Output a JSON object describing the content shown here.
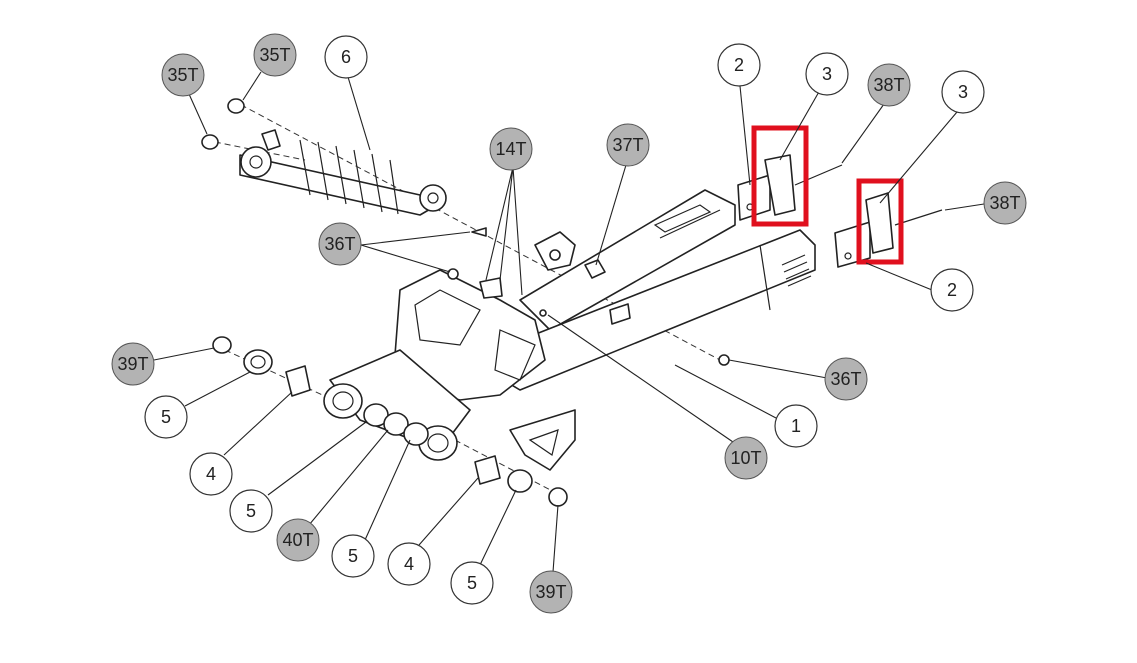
{
  "figure": {
    "highlight_color": "#e0101e",
    "filled_callout_color": "#b3b3b3",
    "open_callout_color": "#ffffff",
    "line_color": "#222222"
  },
  "callouts": [
    {
      "id": "c-35t-left",
      "label": "35T",
      "filled": true
    },
    {
      "id": "c-35t-top",
      "label": "35T",
      "filled": true
    },
    {
      "id": "c-6",
      "label": "6",
      "filled": false
    },
    {
      "id": "c-14t",
      "label": "14T",
      "filled": true
    },
    {
      "id": "c-37t",
      "label": "37T",
      "filled": true
    },
    {
      "id": "c-36t-left",
      "label": "36T",
      "filled": true
    },
    {
      "id": "c-2-top",
      "label": "2",
      "filled": false
    },
    {
      "id": "c-3-left",
      "label": "3",
      "filled": false
    },
    {
      "id": "c-38t-top",
      "label": "38T",
      "filled": true
    },
    {
      "id": "c-3-right",
      "label": "3",
      "filled": false
    },
    {
      "id": "c-38t-right",
      "label": "38T",
      "filled": true
    },
    {
      "id": "c-2-bottom",
      "label": "2",
      "filled": false
    },
    {
      "id": "c-36t-right",
      "label": "36T",
      "filled": true
    },
    {
      "id": "c-1",
      "label": "1",
      "filled": false
    },
    {
      "id": "c-10t",
      "label": "10T",
      "filled": true
    },
    {
      "id": "c-39t-left",
      "label": "39T",
      "filled": true
    },
    {
      "id": "c-5-a",
      "label": "5",
      "filled": false
    },
    {
      "id": "c-4-a",
      "label": "4",
      "filled": false
    },
    {
      "id": "c-5-b",
      "label": "5",
      "filled": false
    },
    {
      "id": "c-40t",
      "label": "40T",
      "filled": true
    },
    {
      "id": "c-5-c",
      "label": "5",
      "filled": false
    },
    {
      "id": "c-4-b",
      "label": "4",
      "filled": false
    },
    {
      "id": "c-5-d",
      "label": "5",
      "filled": false
    },
    {
      "id": "c-39t-bottom",
      "label": "39T",
      "filled": true
    }
  ]
}
